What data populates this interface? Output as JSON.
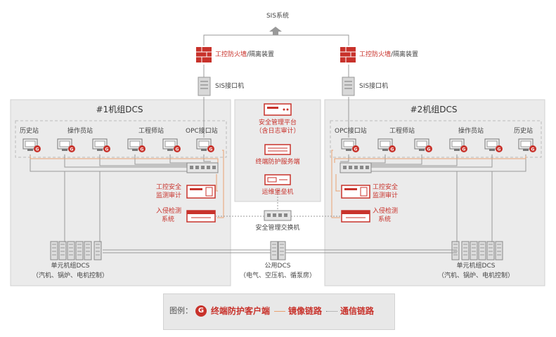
{
  "top": {
    "sis_label": "SIS系统"
  },
  "firewall": {
    "left_label_red": "工控防火墙",
    "left_label_rest": "/隔离装置",
    "right_label_red": "工控防火墙",
    "right_label_rest": "/隔离装置"
  },
  "sis_interface": {
    "left": "SIS接口机",
    "right": "SIS接口机"
  },
  "unit1": {
    "title": "#1机组DCS",
    "stations": [
      "历史站",
      "操作员站",
      "工程师站",
      "OPC接口站"
    ],
    "audit_lines": [
      "工控安全",
      "监测审计"
    ],
    "ids_lines": [
      "入侵检测",
      "系统"
    ],
    "dcs_lines": [
      "单元机组DCS",
      "（汽机、锅炉、电机控制）"
    ]
  },
  "unit2": {
    "title": "#2机组DCS",
    "stations": [
      "OPC接口站",
      "工程师站",
      "操作员站",
      "历史站"
    ],
    "audit_lines": [
      "工控安全",
      "监测审计"
    ],
    "ids_lines": [
      "入侵检测",
      "系统"
    ],
    "dcs_lines": [
      "单元机组DCS",
      "（汽机、锅炉、电机控制）"
    ]
  },
  "center": {
    "platform_lines": [
      "安全管理平台",
      "（含日志审计）"
    ],
    "endpoint_server": "终端防护服务端",
    "bastion": "运维堡垒机",
    "switch": "安全管理交换机",
    "public_dcs_lines": [
      "公用DCS",
      "（电气、空压机、循泵房）"
    ]
  },
  "legend": {
    "prefix": "图例：",
    "icon_letter": "G",
    "client": "终端防护客户端",
    "mirror": "镜像链路",
    "comm": "通信链路"
  },
  "colors": {
    "accent": "#c8322b",
    "panel": "#ebebeb",
    "mirror_line": "#e8a070",
    "line": "#999999"
  }
}
